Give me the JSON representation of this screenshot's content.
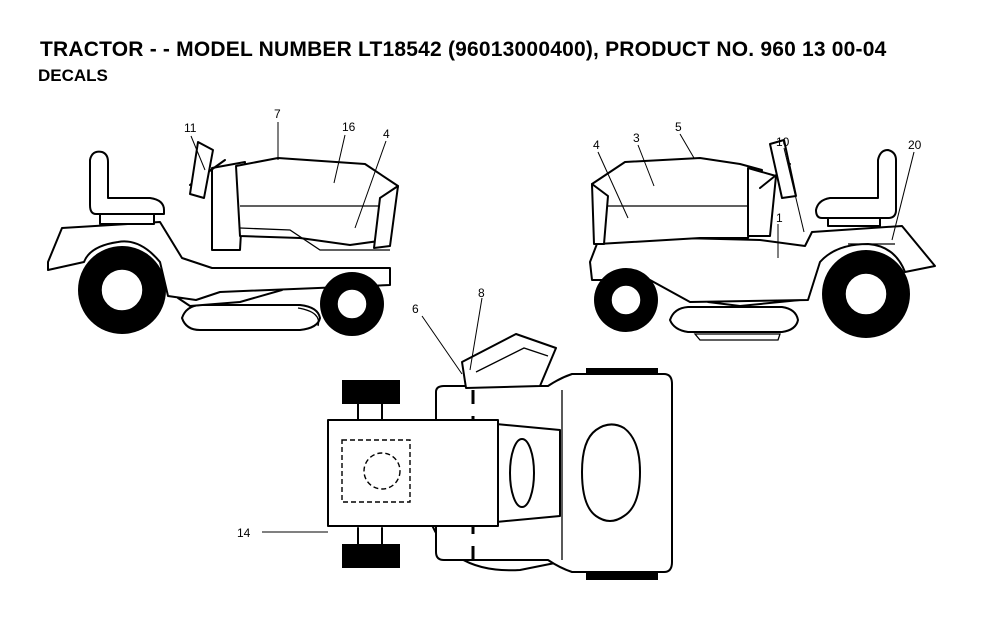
{
  "header": {
    "title": "TRACTOR - - MODEL NUMBER LT18542 (96013000400), PRODUCT NO. 960 13 00-04",
    "subtitle": "DECALS"
  },
  "callouts": {
    "left_view": [
      "11",
      "7",
      "16",
      "4"
    ],
    "right_view": [
      "4",
      "3",
      "5",
      "10",
      "20",
      "1"
    ],
    "top_view": [
      "6",
      "8",
      "14"
    ]
  }
}
